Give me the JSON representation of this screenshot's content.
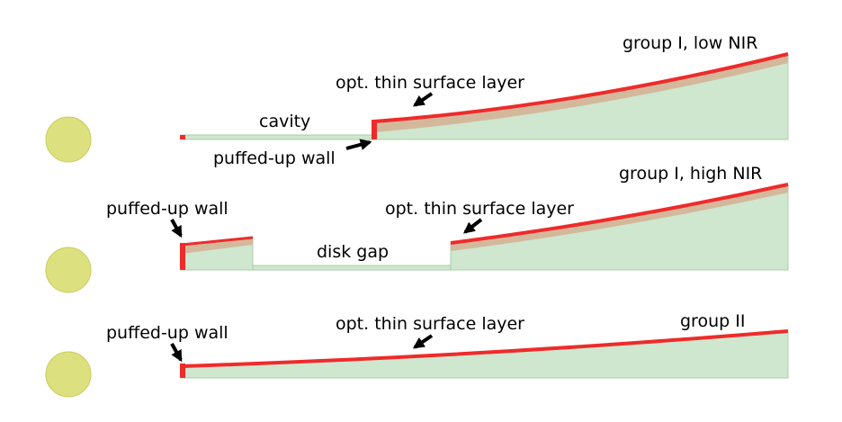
{
  "colors": {
    "star": "#dde07e",
    "star_edge": "#c9cc5a",
    "disk_fill": "#cfe6cf",
    "disk_edge": "#a9cfa9",
    "surface_layer": "#d4b89c",
    "rim": "#ee2b2b",
    "arrow": "#000000"
  },
  "panels": [
    {
      "id": "group-i-low-nir",
      "title": "group I, low NIR",
      "labels": {
        "cavity": "cavity",
        "surface_layer": "opt. thin surface layer",
        "wall": "puffed-up wall"
      }
    },
    {
      "id": "group-i-high-nir",
      "title": "group I, high NIR",
      "labels": {
        "wall": "puffed-up wall",
        "gap": "disk gap",
        "surface_layer": "opt. thin surface layer"
      }
    },
    {
      "id": "group-ii",
      "title": "group II",
      "labels": {
        "wall": "puffed-up wall",
        "surface_layer": "opt. thin surface layer"
      }
    }
  ]
}
